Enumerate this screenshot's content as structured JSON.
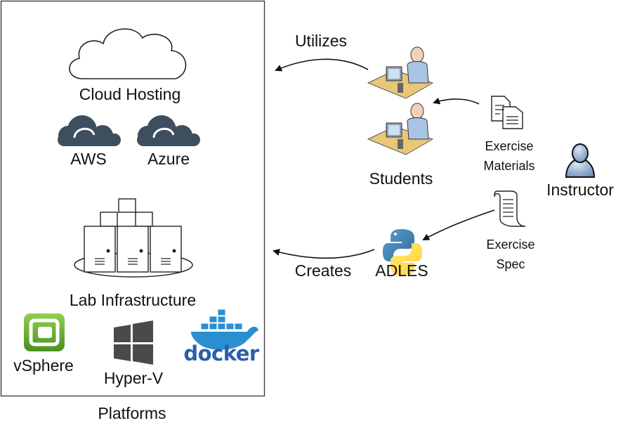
{
  "platforms": {
    "caption": "Platforms",
    "cloud_hosting": "Cloud Hosting",
    "aws": "AWS",
    "azure": "Azure",
    "lab_infrastructure": "Lab Infrastructure",
    "vsphere": "vSphere",
    "hyperv": "Hyper-V",
    "docker": "docker"
  },
  "flow": {
    "utilizes": "Utilizes",
    "creates": "Creates",
    "students": "Students",
    "adles": "ADLES",
    "exercise_materials": [
      "Exercise",
      "Materials"
    ],
    "exercise_spec": [
      "Exercise",
      "Spec"
    ],
    "instructor": "Instructor"
  },
  "colors": {
    "cloud_icon": "#3d4f5e",
    "vsphere_green": "#6db33f",
    "windows_gray": "#4a4a4a",
    "docker_blue": "#2a8fd0",
    "python_blue": "#3a77b0",
    "python_yellow": "#f5c91a",
    "desk": "#e8c877",
    "person": "#a9c4e3"
  }
}
